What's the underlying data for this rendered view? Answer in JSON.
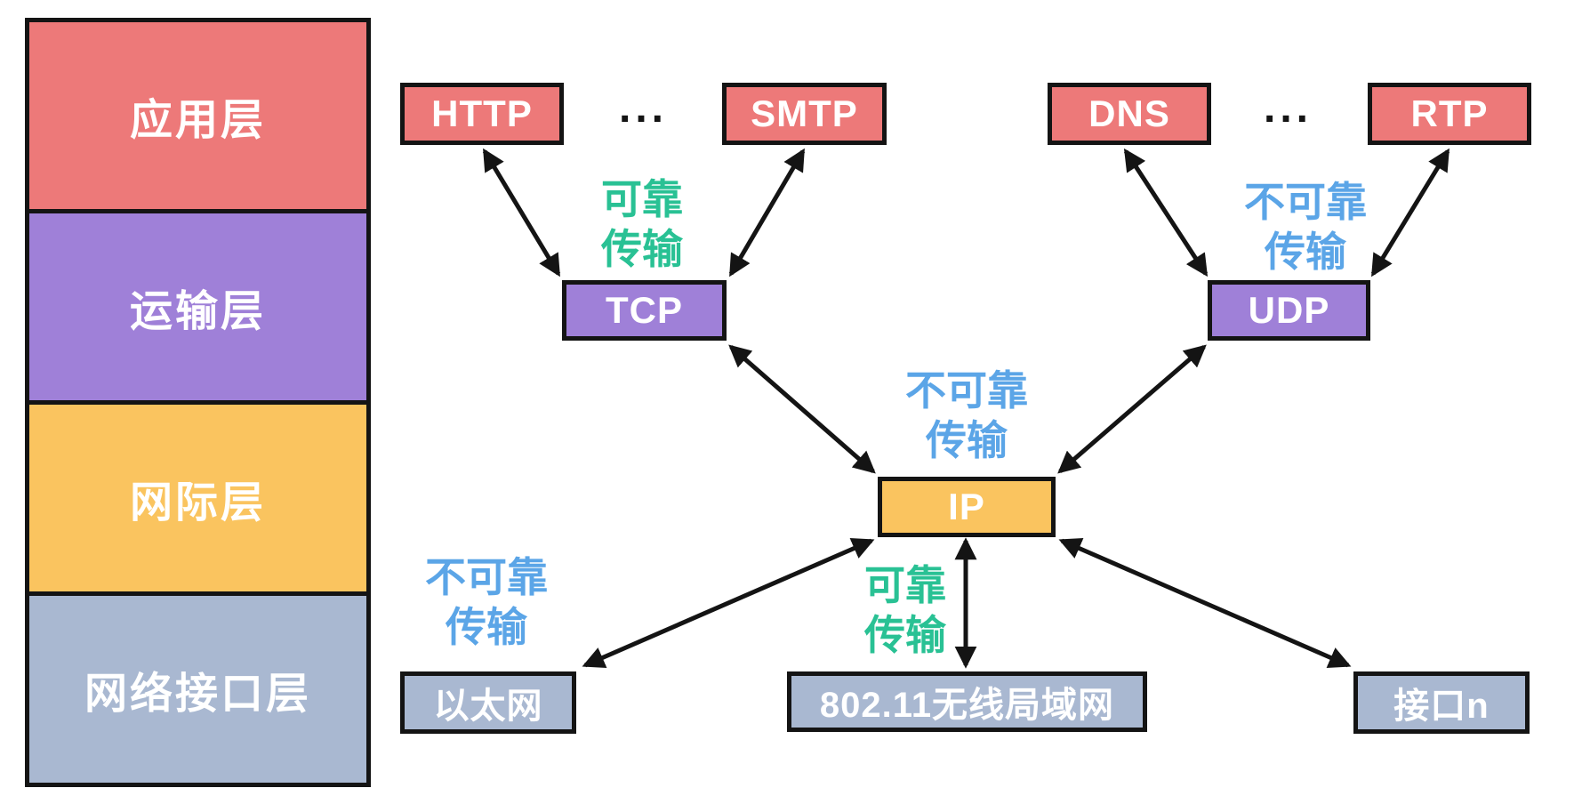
{
  "diagram_title": "TCP/IP protocol stack diagram",
  "layers": [
    {
      "label": "应用层",
      "color": "#ED7979"
    },
    {
      "label": "运输层",
      "color": "#9F80D8"
    },
    {
      "label": "网际层",
      "color": "#FAC45F"
    },
    {
      "label": "网络接口层",
      "color": "#A9B8D1"
    }
  ],
  "protocols": {
    "http": "HTTP",
    "smtp": "SMTP",
    "dns": "DNS",
    "rtp": "RTP",
    "tcp": "TCP",
    "udp": "UDP",
    "ip": "IP",
    "ethernet": "以太网",
    "wlan": "802.11无线局域网",
    "interface_n": "接口n"
  },
  "ellipsis": "...",
  "annotations": {
    "tcp_reliable": {
      "line1": "可靠",
      "line2": "传输",
      "color": "#29C194"
    },
    "udp_unreliable": {
      "line1": "不可靠",
      "line2": "传输",
      "color": "#5BA5E7"
    },
    "ip_unreliable": {
      "line1": "不可靠",
      "line2": "传输",
      "color": "#5BA5E7"
    },
    "ethernet_unreliable": {
      "line1": "不可靠",
      "line2": "传输",
      "color": "#5BA5E7"
    },
    "wlan_reliable": {
      "line1": "可靠",
      "line2": "传输",
      "color": "#29C194"
    }
  },
  "connections": [
    {
      "from": "HTTP",
      "to": "TCP",
      "bidirectional": true
    },
    {
      "from": "SMTP",
      "to": "TCP",
      "bidirectional": true
    },
    {
      "from": "DNS",
      "to": "UDP",
      "bidirectional": true
    },
    {
      "from": "RTP",
      "to": "UDP",
      "bidirectional": true
    },
    {
      "from": "TCP",
      "to": "IP",
      "bidirectional": true
    },
    {
      "from": "UDP",
      "to": "IP",
      "bidirectional": true
    },
    {
      "from": "IP",
      "to": "以太网",
      "bidirectional": true
    },
    {
      "from": "IP",
      "to": "802.11无线局域网",
      "bidirectional": true
    },
    {
      "from": "IP",
      "to": "接口n",
      "bidirectional": true
    }
  ],
  "colors": {
    "box_red": "#ED7979",
    "box_purple": "#9F80D8",
    "box_yellow": "#FAC45F",
    "box_gray": "#A9B8D1",
    "border_black": "#141414",
    "note_green": "#29C194",
    "note_blue": "#5BA5E7",
    "background": "#FFFFFF"
  }
}
